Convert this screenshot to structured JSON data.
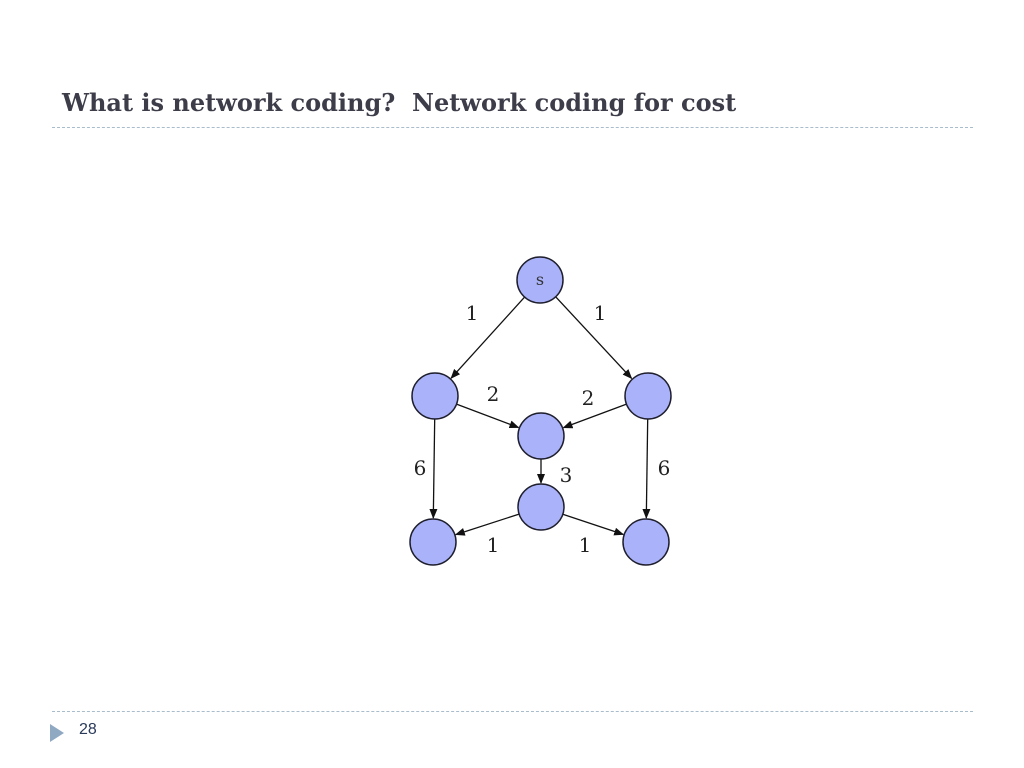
{
  "slide": {
    "title": "What is network coding?  Network coding for cost",
    "page_number": "28"
  },
  "diagram": {
    "node_fill": "#aab3fa",
    "node_stroke": "#1f1f2e",
    "nodes": [
      {
        "id": "s",
        "label": "s"
      },
      {
        "id": "left",
        "label": ""
      },
      {
        "id": "right",
        "label": ""
      },
      {
        "id": "middle",
        "label": ""
      },
      {
        "id": "bottom-middle",
        "label": ""
      },
      {
        "id": "sink-left",
        "label": ""
      },
      {
        "id": "sink-right",
        "label": ""
      }
    ],
    "edges": [
      {
        "from": "s",
        "to": "left",
        "cost": "1"
      },
      {
        "from": "s",
        "to": "right",
        "cost": "1"
      },
      {
        "from": "left",
        "to": "middle",
        "cost": "2"
      },
      {
        "from": "right",
        "to": "middle",
        "cost": "2"
      },
      {
        "from": "left",
        "to": "sink-left",
        "cost": "6"
      },
      {
        "from": "right",
        "to": "sink-right",
        "cost": "6"
      },
      {
        "from": "middle",
        "to": "bottom-middle",
        "cost": "3"
      },
      {
        "from": "bottom-middle",
        "to": "sink-left",
        "cost": "1"
      },
      {
        "from": "bottom-middle",
        "to": "sink-right",
        "cost": "1"
      }
    ]
  }
}
